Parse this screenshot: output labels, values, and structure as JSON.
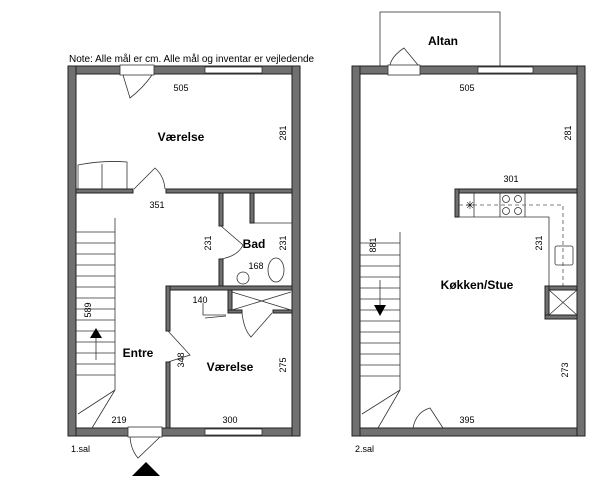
{
  "note": "Note: Alle mål er cm. Alle mål og inventar er vejledende",
  "floor1": {
    "name": "1.sal",
    "rooms": {
      "bedroom_top": "Værelse",
      "bath": "Bad",
      "entry": "Entre",
      "bedroom_bottom": "Værelse"
    },
    "dims": {
      "top_width": "505",
      "top_height": "281",
      "hall_width": "351",
      "bath_left": "231",
      "bath_right": "231",
      "bath_width": "168",
      "closet": "140",
      "stair": "589",
      "hall_height": "348",
      "bed_height": "275",
      "entry_width": "219",
      "bed_width": "300"
    }
  },
  "floor2": {
    "name": "2.sal",
    "rooms": {
      "balcony": "Altan",
      "kitchen_living": "Køkken/Stue"
    },
    "dims": {
      "top_width": "505",
      "top_height": "281",
      "kitchen_width": "301",
      "kitchen_height": "231",
      "stair": "881",
      "bottom_height": "273",
      "bottom_width": "395"
    }
  }
}
